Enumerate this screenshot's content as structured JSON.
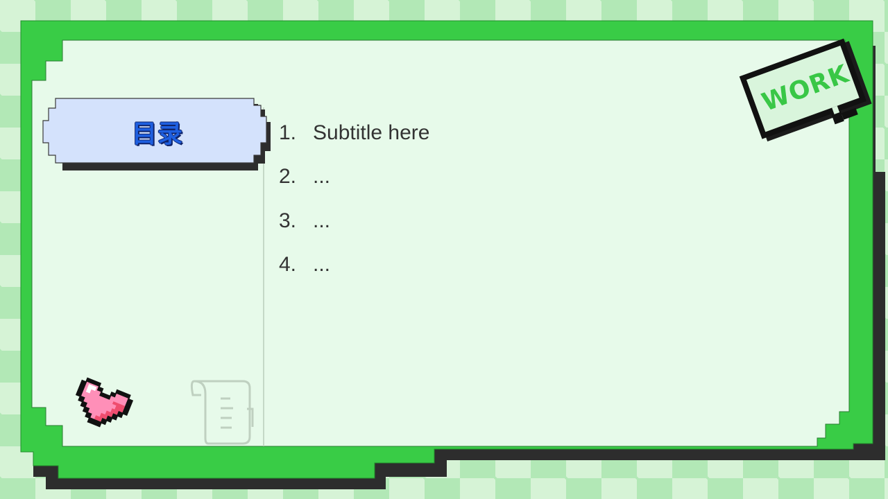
{
  "slide": {
    "menu_title": "目录",
    "badge_text": "WORK",
    "agenda": [
      {
        "number": "1.",
        "text": "Subtitle here"
      },
      {
        "number": "2.",
        "text": "..."
      },
      {
        "number": "3.",
        "text": "..."
      },
      {
        "number": "4.",
        "text": "..."
      }
    ]
  },
  "icons": {
    "heart": "pixel-heart-icon",
    "scroll": "scroll-document-icon"
  },
  "colors": {
    "frame_green": "#39cc46",
    "panel_fill": "#e7faea",
    "title_tab_fill": "#d4e2fc",
    "title_text": "#1e5fe0",
    "badge_text": "#39c746",
    "shadow": "#2d2d2d",
    "heart_pink": "#ff8fb8"
  }
}
